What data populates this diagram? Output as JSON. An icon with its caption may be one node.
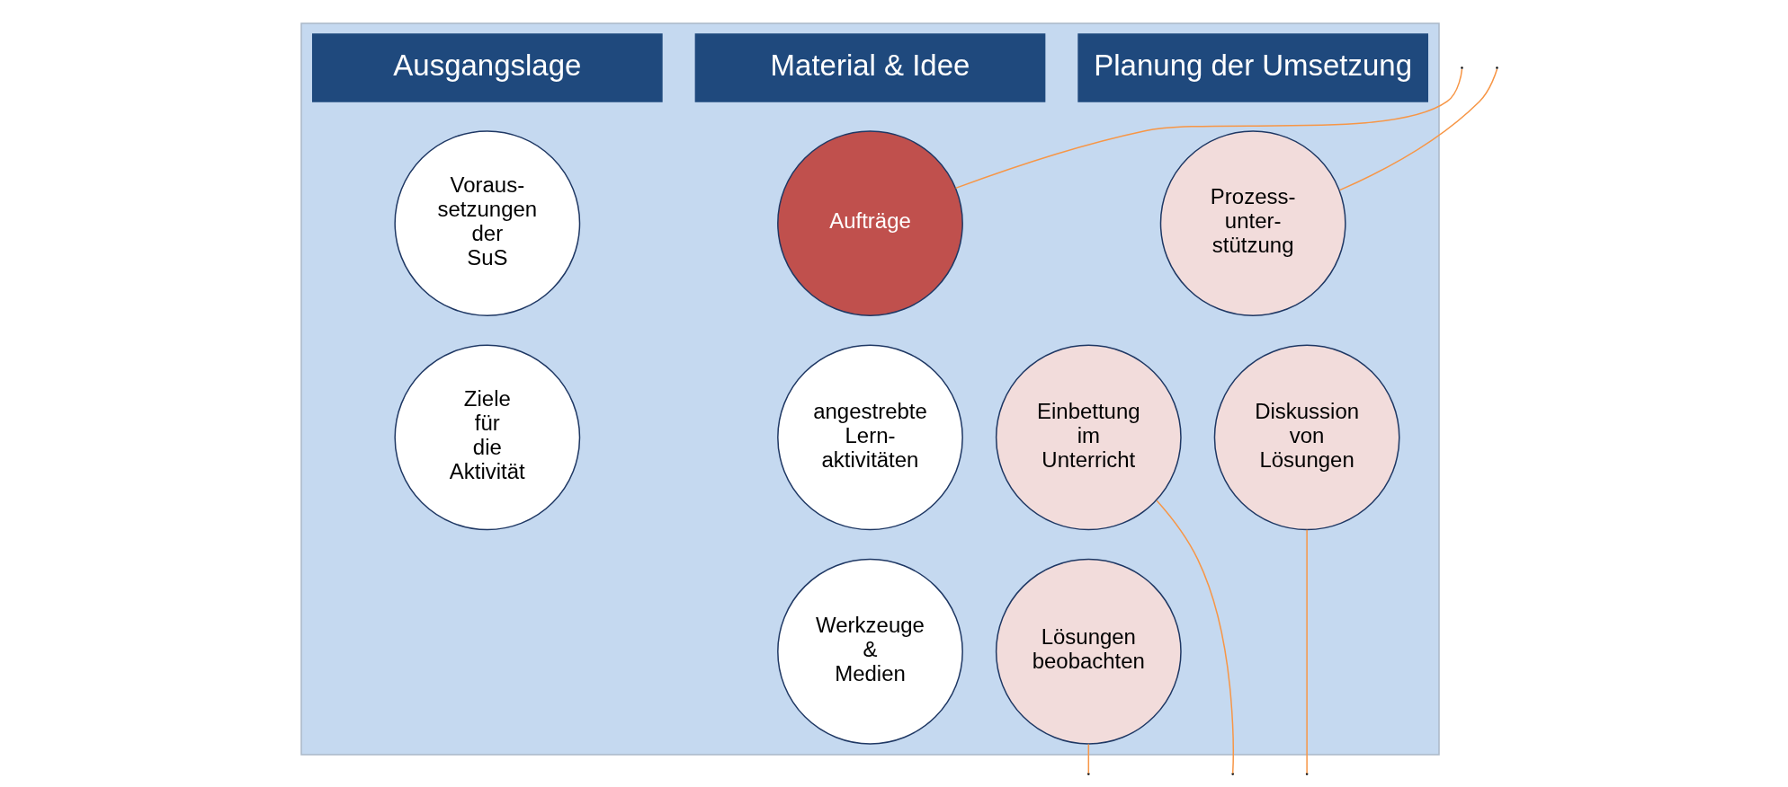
{
  "diagram": {
    "nodes": [
      {
        "text": [],
        "shape": "box"
      },
      {
        "text": [
          "Ausgangslage"
        ],
        "in": 0
      },
      {
        "text": [
          "Voraus- setzungen der SuS"
        ],
        "in": 0
      },
      {
        "text": [
          "Ziele für die Aktivität"
        ],
        "in": 0
      },
      {
        "text": [
          "Material & Idee"
        ],
        "in": 0
      },
      {
        "text": [
          "Aufträge"
        ],
        "in": 0
      },
      {
        "text": [
          "angestrebte Lern- aktivitäten"
        ],
        "in": 0
      },
      {
        "text": [
          "Werkzeuge & Medien"
        ],
        "in": 0
      },
      {
        "text": [
          "Planung der Umsetzung"
        ],
        "in": 0
      },
      {
        "text": [
          "Prozess- unter- stützung"
        ],
        "in": 0
      },
      {
        "text": [
          "Einbettung im Unterricht"
        ],
        "in": 0
      },
      {
        "text": [
          "Diskussion von Lösungen"
        ],
        "in": 0
      },
      {
        "text": [
          "Lösungen beobachten"
        ],
        "in": 0
      }
    ],
    "edges": [
      {
        "from": null,
        "to": 5,
        "arrow": "none"
      },
      {
        "from": null,
        "to": 9,
        "arrow": "none"
      },
      {
        "from": null,
        "to": 10,
        "arrow": "none"
      },
      {
        "from": null,
        "to": 12,
        "arrow": "none"
      },
      {
        "from": null,
        "to": 11,
        "arrow": "none"
      }
    ]
  }
}
